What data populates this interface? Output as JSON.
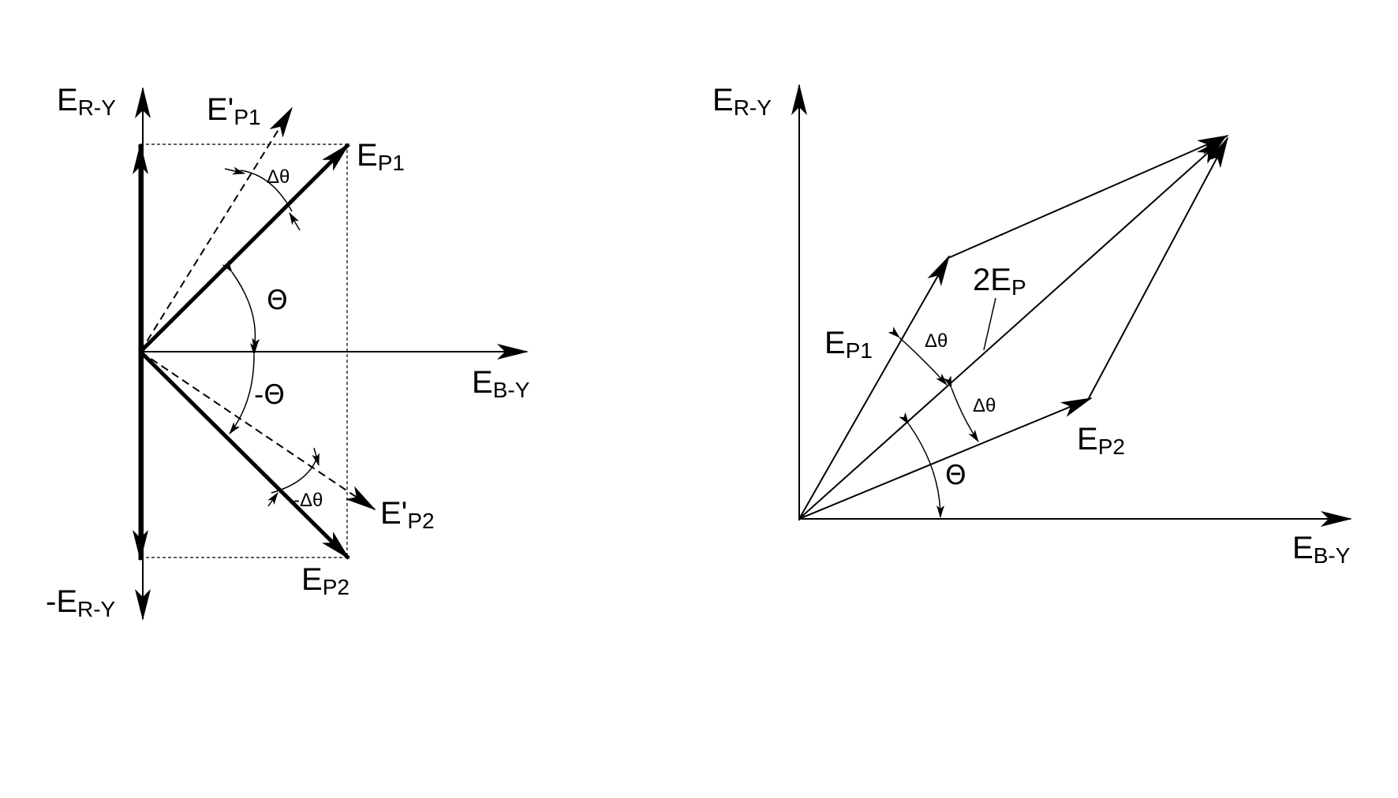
{
  "left_diagram": {
    "axis_y_pos": {
      "main": "E",
      "sub": "R-Y"
    },
    "axis_y_neg": {
      "main": "-E",
      "sub": "R-Y"
    },
    "axis_x": {
      "main": "E",
      "sub": "B-Y"
    },
    "vec_p1": {
      "main": "E",
      "sub": "P1"
    },
    "vec_p2": {
      "main": "E",
      "sub": "P2"
    },
    "vec_p1_prime": {
      "main": "E'",
      "sub": "P1"
    },
    "vec_p2_prime": {
      "main": "E'",
      "sub": "P2"
    },
    "angle_theta": "Θ",
    "angle_neg_theta": "-Θ",
    "angle_dtheta": "Δθ",
    "angle_neg_dtheta": "-Δθ"
  },
  "right_diagram": {
    "axis_y": {
      "main": "E",
      "sub": "R-Y"
    },
    "axis_x": {
      "main": "E",
      "sub": "B-Y"
    },
    "vec_p1": {
      "main": "E",
      "sub": "P1"
    },
    "vec_p2": {
      "main": "E",
      "sub": "P2"
    },
    "resultant": {
      "main": "2E",
      "sub": "P"
    },
    "angle_dtheta_upper": "Δθ",
    "angle_dtheta_lower": "Δθ",
    "angle_theta": "Θ"
  },
  "colors": {
    "ink": "#000000",
    "background": "#ffffff"
  }
}
